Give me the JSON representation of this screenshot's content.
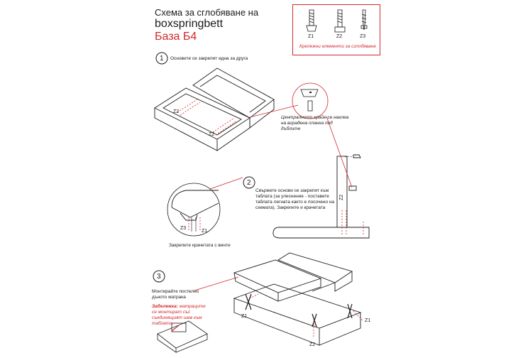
{
  "header": {
    "title": "Схема за сглобяване на",
    "brand": "boxspringbett",
    "model": "База Б4"
  },
  "fasteners": {
    "items": [
      {
        "label": "Z1",
        "icon": "bolt-icon"
      },
      {
        "label": "Z2",
        "icon": "bolt-nut-icon"
      },
      {
        "label": "Z3",
        "icon": "screw-icon"
      }
    ],
    "caption": "Крепежни елементи за сглобяване"
  },
  "steps": [
    {
      "number": "1",
      "text": "Основите се закрепят една за друга"
    },
    {
      "number": "2",
      "text": "Свържете основи се закрепят към таблата (за улеснение - поставете таблата легната както е посочено на схемата). Закрепете и крачетата"
    },
    {
      "number": "3",
      "text": "Монтирайте постелно дъното матрака"
    }
  ],
  "notes": {
    "center_edge": "Централното крайе се наклеа на вградена планка под дъблите",
    "legs": "Закрепете крачетата с винти",
    "warning_title": "Забележка:",
    "warning_text": "матраците се монтират със съединящият шев към таблата."
  },
  "labels": {
    "z1": "Z1",
    "z2": "Z2",
    "z3": "Z3"
  },
  "colors": {
    "accent": "#d3272b",
    "line": "#1a1a1a"
  }
}
